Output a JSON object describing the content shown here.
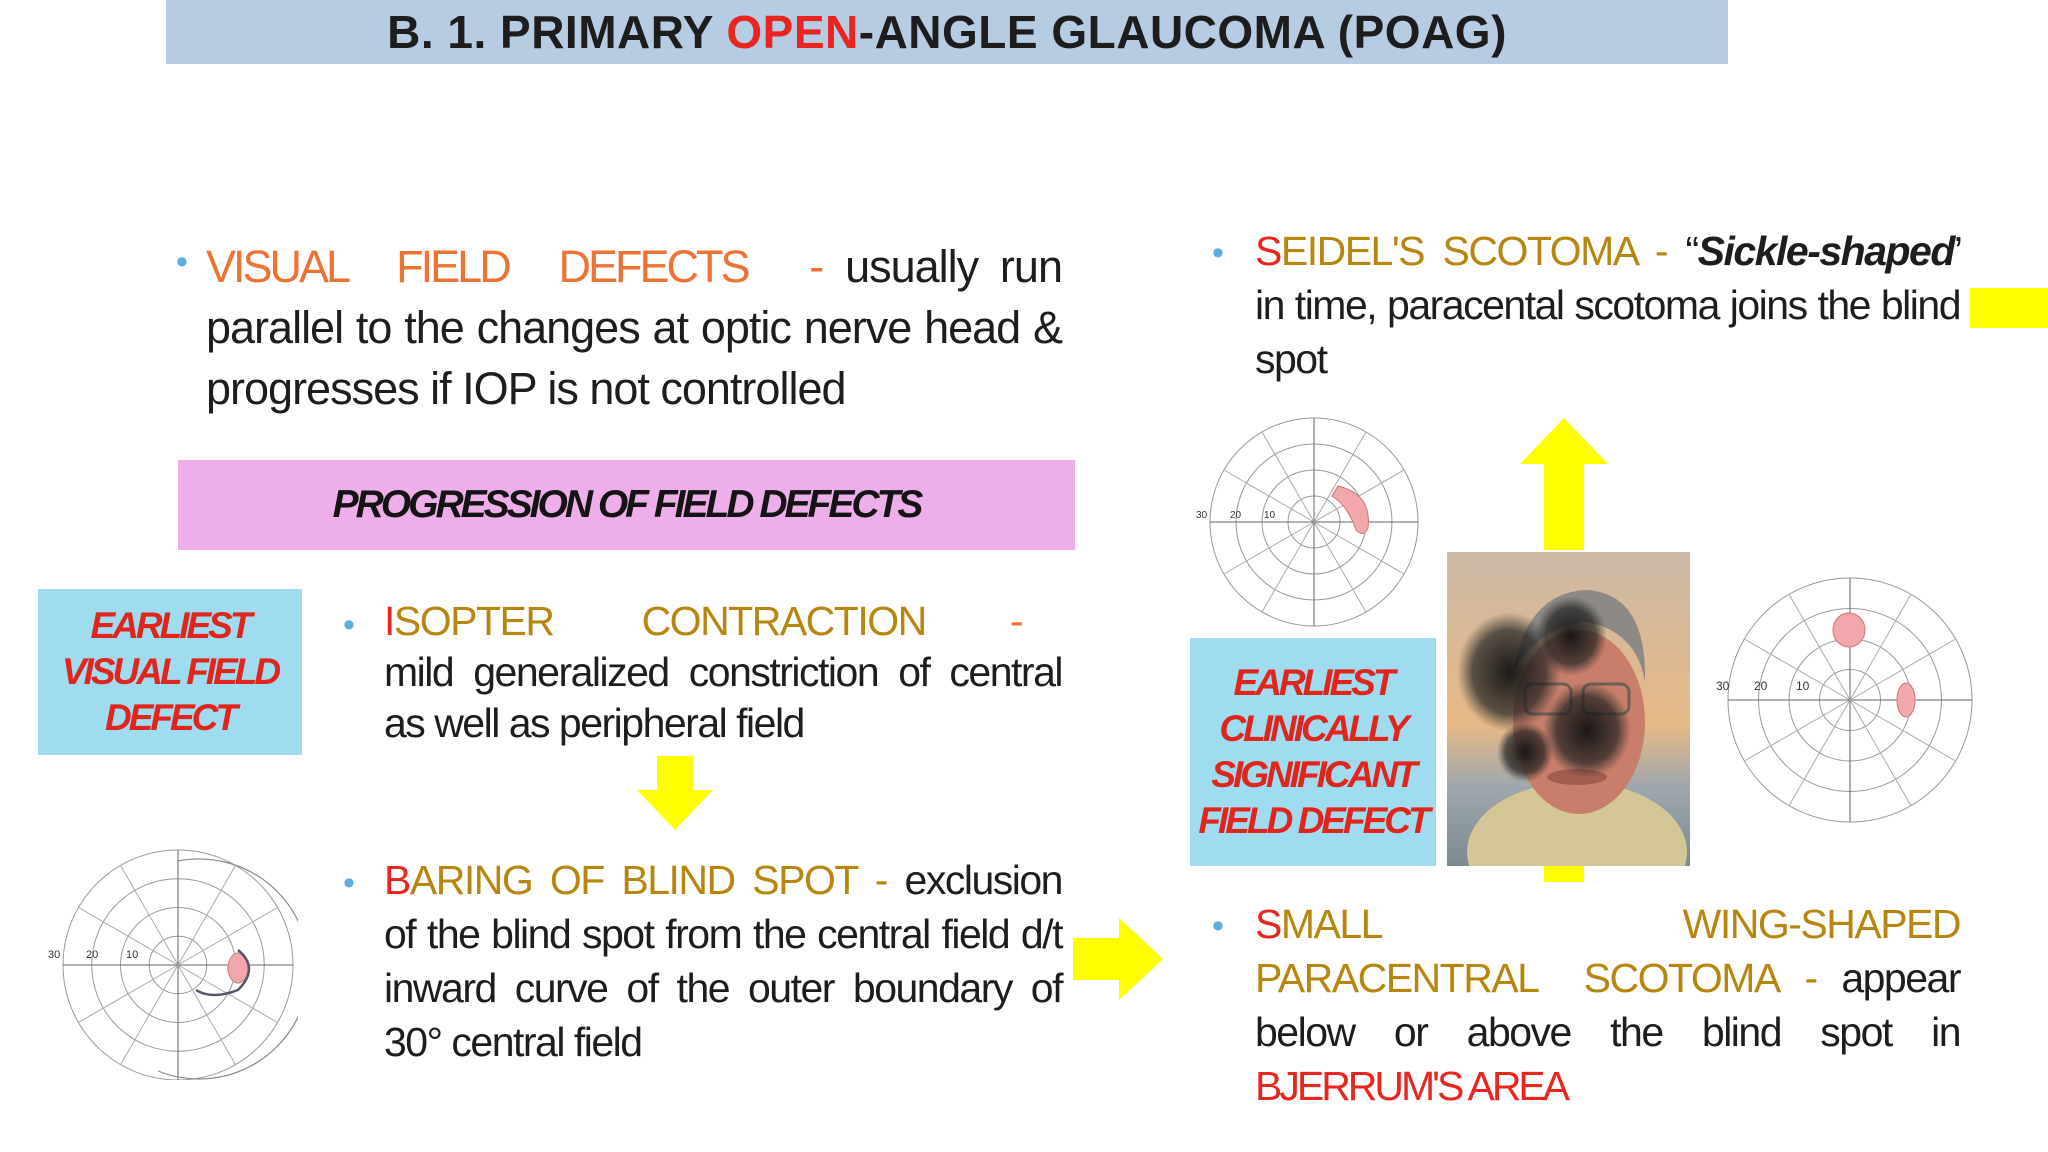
{
  "title": {
    "prefix": "B. 1. PRIMARY ",
    "highlight": "OPEN",
    "suffix": "-ANGLE GLAUCOMA (POAG)"
  },
  "visual_field": {
    "bullet": "•",
    "heading": "VISUAL FIELD DEFECTS",
    "dash": "-",
    "text": "usually run parallel to the changes at optic nerve head & progresses if IOP is not controlled"
  },
  "progression_label": "PROGRESSION OF FIELD DEFECTS",
  "earliest_box": {
    "lines": [
      "EARLIEST",
      "VISUAL FIELD",
      "DEFECT"
    ]
  },
  "isopter": {
    "bullet": "•",
    "first_letter": "I",
    "heading_rest": "SOPTER CONTRACTION",
    "dash": "-",
    "text": "mild generalized constriction of central as well as peripheral field"
  },
  "baring": {
    "bullet": "•",
    "first_letter": "B",
    "heading_rest": "ARING OF BLIND SPOT",
    "dash": "-",
    "text": "exclusion of the blind spot from the central field d/t inward curve of the outer boundary of 30° central field"
  },
  "seidel": {
    "bullet": "•",
    "first_letter": "S",
    "heading_rest": "EIDEL'S SCOTOMA",
    "dash": "-",
    "quote_open": "“",
    "emphasis": "Sickle-shaped",
    "quote_close": "’",
    "text": "in time, paracental scotoma joins the blind spot"
  },
  "clinical_box": {
    "lines": [
      "EARLIEST",
      "CLINICALLY",
      "SIGNIFICANT",
      "FIELD DEFECT"
    ]
  },
  "wing": {
    "bullet": "•",
    "first_letter": "S",
    "heading_rest": "MALL WING-SHAPED PARACENTRAL SCOTOMA",
    "dash": "-",
    "text": "appear below or above the blind spot in",
    "area": "BJERRUM'S AREA"
  },
  "field_chart_labels": {
    "ring30": "30",
    "ring20": "20",
    "ring10": "10"
  },
  "colors": {
    "title_bar": "#b6cce3",
    "progression_bar": "#eeaee9",
    "cyan_box": "#9fdcef",
    "arrow": "#ffff00",
    "scotoma": "#f2a7ad",
    "red": "#e8251f",
    "orange": "#ec7333",
    "gold": "#b7860f"
  },
  "icons": {
    "down_arrow": "down-arrow-icon",
    "right_arrow": "right-arrow-icon",
    "up_arrow": "up-arrow-icon"
  }
}
